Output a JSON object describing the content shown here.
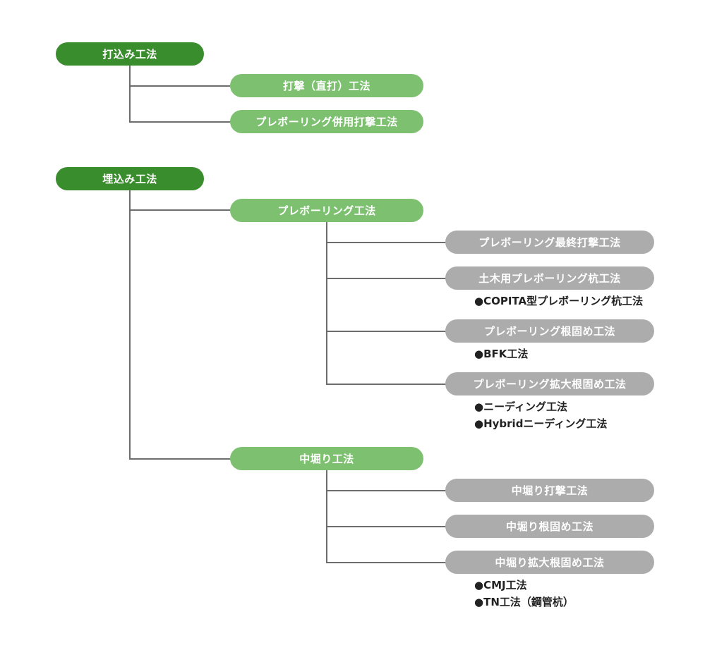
{
  "diagram": {
    "driven": {
      "label": "打込み工法",
      "children": [
        {
          "label": "打撃（直打）工法"
        },
        {
          "label": "プレボーリング併用打撃工法"
        }
      ]
    },
    "embedded": {
      "label": "埋込み工法",
      "preboring": {
        "label": "プレボーリング工法",
        "children": [
          {
            "label": "プレボーリング最終打撃工法",
            "notes": []
          },
          {
            "label": "土木用プレボーリング杭工法",
            "notes": [
              "●COPITA型プレボーリング杭工法"
            ]
          },
          {
            "label": "プレボーリング根固め工法",
            "notes": [
              "●BFK工法"
            ]
          },
          {
            "label": "プレボーリング拡大根固め工法",
            "notes": [
              "●ニーディング工法",
              "●Hybridニーディング工法"
            ]
          }
        ]
      },
      "inner": {
        "label": "中堀り工法",
        "children": [
          {
            "label": "中堀り打撃工法",
            "notes": []
          },
          {
            "label": "中堀り根固め工法",
            "notes": []
          },
          {
            "label": "中堀り拡大根固め工法",
            "notes": [
              "●CMJ工法",
              "●TN工法（鋼管杭）"
            ]
          }
        ]
      }
    }
  }
}
